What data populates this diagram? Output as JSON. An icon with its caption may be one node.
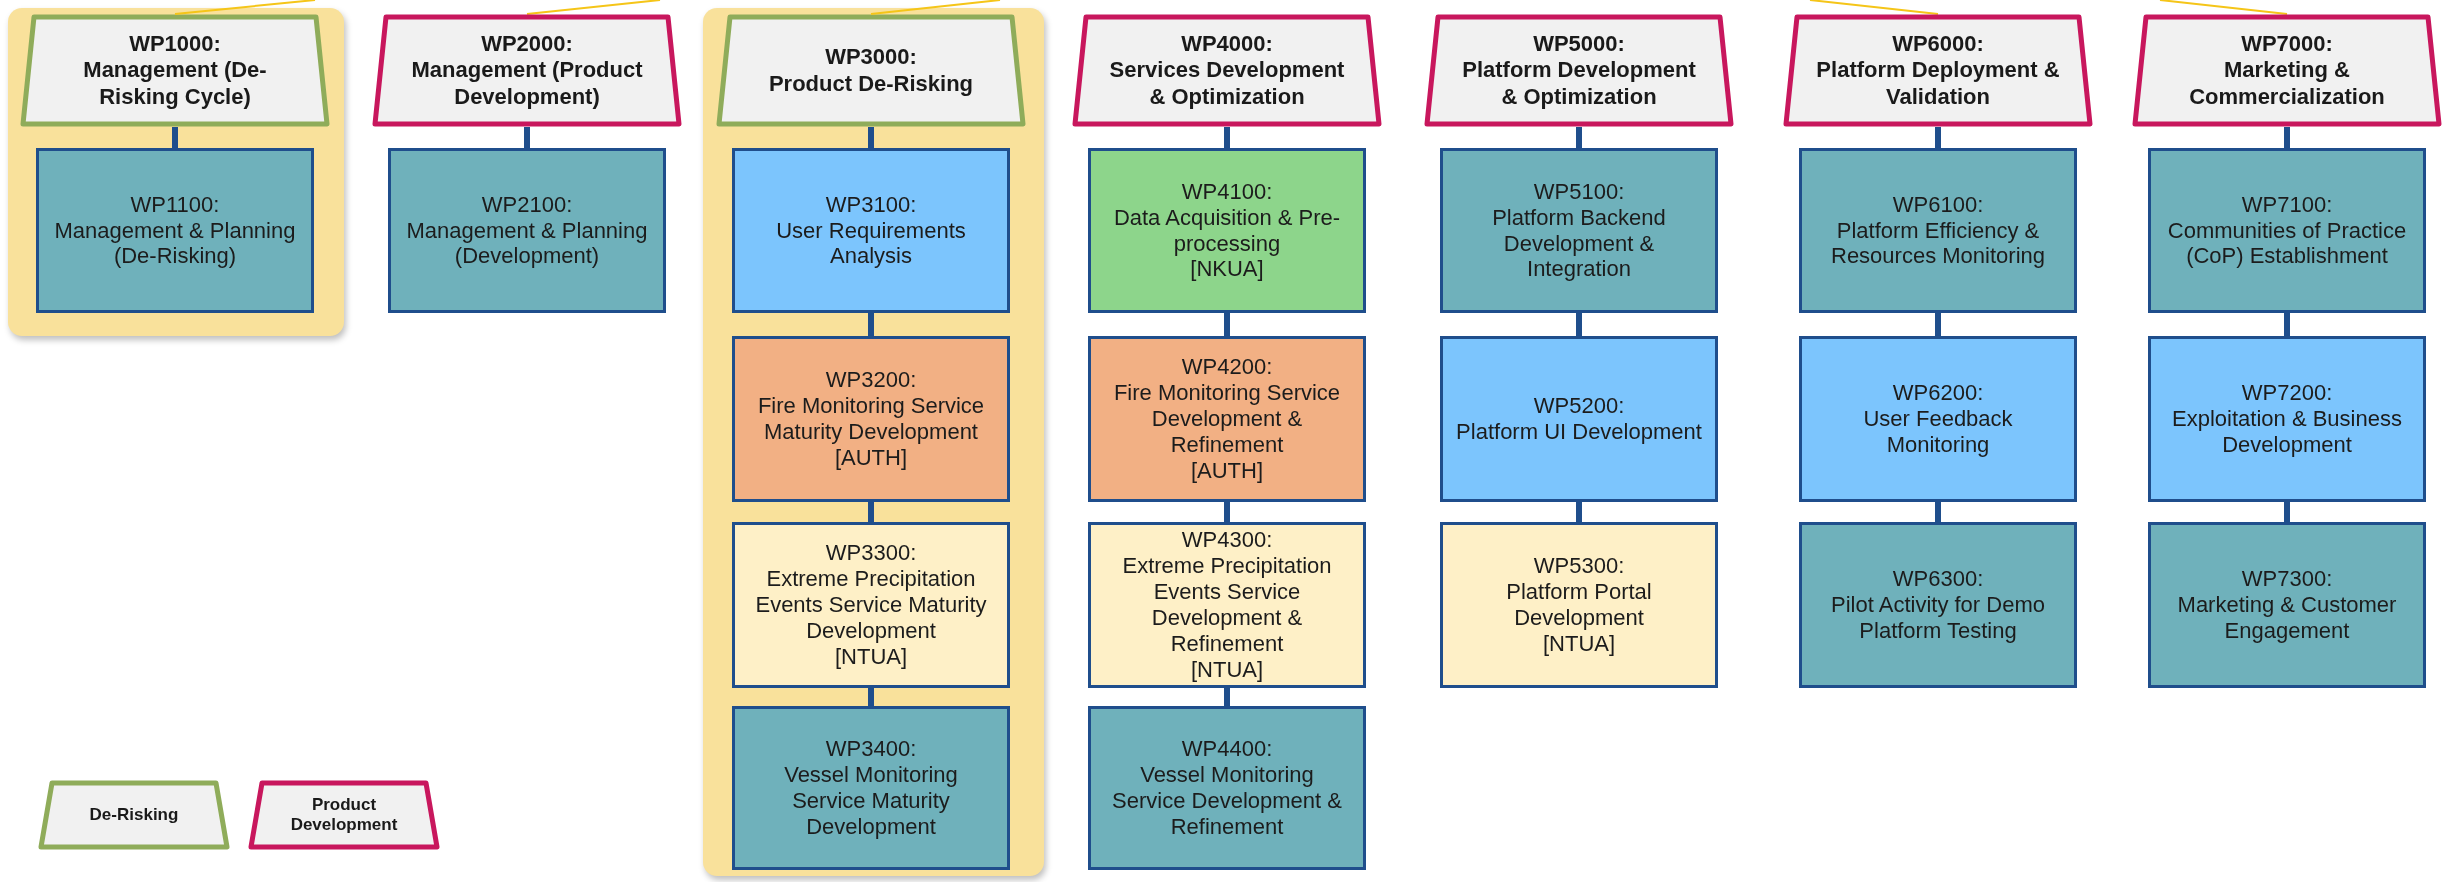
{
  "diagram": {
    "nodes": [
      {
        "text": [],
        "shape": "band"
      },
      {
        "text": [
          "WP1000:",
          "Management (De-Risking Cycle)"
        ],
        "in": 0
      },
      {
        "text": [
          "WP1100:",
          "Management & Planning (De-Risking)"
        ],
        "in": 0
      },
      {
        "text": [
          "WP2000:",
          "Management (Product Development)"
        ]
      },
      {
        "text": [
          "WP2100:",
          "Management & Planning (Development)"
        ]
      },
      {
        "text": [],
        "shape": "band"
      },
      {
        "text": [
          "WP3000:",
          "Product De-Risking"
        ],
        "in": 5
      },
      {
        "text": [
          "WP3100:",
          "User Requirements Analysis"
        ],
        "in": 5
      },
      {
        "text": [
          "WP3200:",
          "Fire Monitoring Service Maturity Development",
          "[AUTH]"
        ],
        "in": 5
      },
      {
        "text": [
          "WP3300:",
          "Extreme Precipitation Events Service Maturity Development",
          "[NTUA]"
        ],
        "in": 5
      },
      {
        "text": [
          "WP3400:",
          "Vessel Monitoring Service Maturity Development"
        ],
        "in": 5
      },
      {
        "text": [
          "WP4000:",
          "Services Development & Optimization"
        ]
      },
      {
        "text": [
          "WP4100:",
          "Data Acquisition & Pre-processing",
          "[NKUA]"
        ]
      },
      {
        "text": [
          "WP4200:",
          "Fire Monitoring Service Development & Refinement",
          "[AUTH]"
        ]
      },
      {
        "text": [
          "WP4300:",
          "Extreme Precipitation Events Service Development & Refinement",
          "[NTUA]"
        ]
      },
      {
        "text": [
          "WP4400:",
          "Vessel Monitoring Service Development & Refinement"
        ]
      },
      {
        "text": [
          "WP5000:",
          "Platform Development & Optimization"
        ]
      },
      {
        "text": [
          "WP5100:",
          "Platform Backend Development & Integration"
        ]
      },
      {
        "text": [
          "WP5200:",
          "Platform UI Development"
        ]
      },
      {
        "text": [
          "WP5300:",
          "Platform Portal Development",
          "[NTUA]"
        ]
      },
      {
        "text": [
          "WP6000:",
          "Platform Deployment & Validation"
        ]
      },
      {
        "text": [
          "WP6100:",
          "Platform Efficiency & Resources Monitoring"
        ]
      },
      {
        "text": [
          "WP6200:",
          "User Feedback Monitoring"
        ]
      },
      {
        "text": [
          "WP6300:",
          "Pilot Activity for Demo Platform Testing"
        ]
      },
      {
        "text": [
          "WP7000:",
          "Marketing & Commercialization"
        ]
      },
      {
        "text": [
          "WP7100:",
          "Communities of Practice (CoP) Establishment"
        ]
      },
      {
        "text": [
          "WP7200:",
          "Exploitation & Business Development"
        ]
      },
      {
        "text": [
          "WP7300:",
          "Marketing & Customer Engagement"
        ]
      }
    ],
    "edges": [
      {
        "from": 1,
        "to": 2,
        "arrow": "none"
      },
      {
        "from": 3,
        "to": 4,
        "arrow": "none"
      },
      {
        "from": 6,
        "to": 7,
        "arrow": "none"
      },
      {
        "from": 7,
        "to": 8,
        "arrow": "none"
      },
      {
        "from": 8,
        "to": 9,
        "arrow": "none"
      },
      {
        "from": 9,
        "to": 10,
        "arrow": "none"
      },
      {
        "from": 11,
        "to": 12,
        "arrow": "none"
      },
      {
        "from": 12,
        "to": 13,
        "arrow": "none"
      },
      {
        "from": 13,
        "to": 14,
        "arrow": "none"
      },
      {
        "from": 14,
        "to": 15,
        "arrow": "none"
      },
      {
        "from": 16,
        "to": 17,
        "arrow": "none"
      },
      {
        "from": 17,
        "to": 18,
        "arrow": "none"
      },
      {
        "from": 18,
        "to": 19,
        "arrow": "none"
      },
      {
        "from": 20,
        "to": 21,
        "arrow": "none"
      },
      {
        "from": 21,
        "to": 22,
        "arrow": "none"
      },
      {
        "from": 22,
        "to": 23,
        "arrow": "none"
      },
      {
        "from": 24,
        "to": 25,
        "arrow": "none"
      },
      {
        "from": 25,
        "to": 26,
        "arrow": "none"
      },
      {
        "from": 26,
        "to": 27,
        "arrow": "none"
      },
      {
        "from": null,
        "to": 1,
        "arrow": "none",
        "color": "#f5c518"
      },
      {
        "from": null,
        "to": 3,
        "arrow": "none",
        "color": "#f5c518"
      },
      {
        "from": null,
        "to": 6,
        "arrow": "none",
        "color": "#f5c518"
      },
      {
        "from": null,
        "to": 20,
        "arrow": "none",
        "color": "#f5c518"
      },
      {
        "from": null,
        "to": 24,
        "arrow": "none",
        "color": "#f5c518"
      }
    ],
    "legend": [
      {
        "text": "De-Risking"
      },
      {
        "text": "Product Development"
      }
    ]
  }
}
